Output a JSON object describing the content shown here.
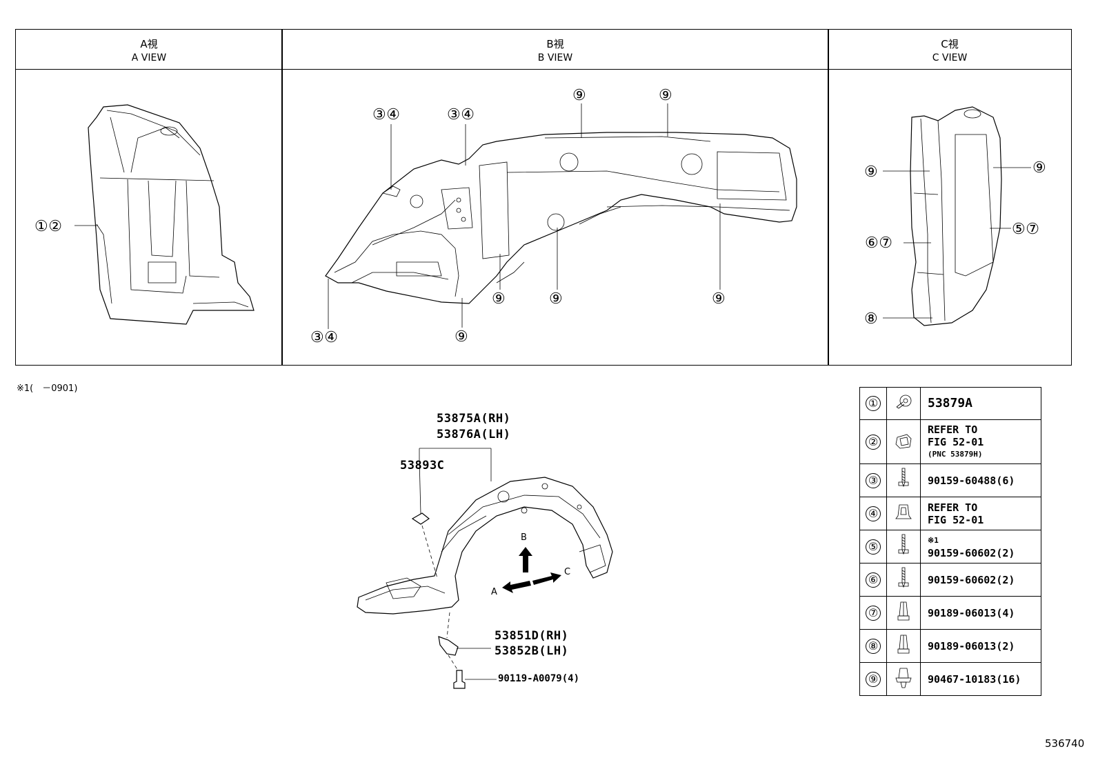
{
  "views": {
    "a": {
      "jp": "A視",
      "en": "A VIEW"
    },
    "b": {
      "jp": "B視",
      "en": "B VIEW"
    },
    "c": {
      "jp": "C視",
      "en": "C VIEW"
    }
  },
  "callouts": {
    "a": [
      "①②"
    ],
    "b": [
      "③④",
      "③④",
      "⑨",
      "⑨",
      "⑨",
      "⑨",
      "⑨",
      "⑨",
      "③④"
    ],
    "c": [
      "⑨",
      "⑨",
      "⑥⑦",
      "⑤⑦",
      "⑧"
    ]
  },
  "note": "※1(　－0901)",
  "parts": {
    "liner_rh": "53875A(RH)",
    "liner_lh": "53876A(LH)",
    "seal": "53893C",
    "bracket_rh": "53851D(RH)",
    "bracket_lh": "53852B(LH)",
    "bolt": "90119-A0079(4)",
    "dir_b": "B",
    "dir_a": "A",
    "dir_c": "C"
  },
  "legend": [
    {
      "num": "①",
      "icon": "clip-icon",
      "lines": [
        "53879A"
      ]
    },
    {
      "num": "②",
      "icon": "retainer-icon",
      "lines": [
        "REFER TO",
        "FIG 52-01",
        "(PNC 53879H)"
      ]
    },
    {
      "num": "③",
      "icon": "screw-icon",
      "lines": [
        "90159-60488(6)"
      ]
    },
    {
      "num": "④",
      "icon": "nut-clip-icon",
      "lines": [
        "REFER TO",
        "FIG 52-01"
      ]
    },
    {
      "num": "⑤",
      "icon": "screw-icon",
      "lines": [
        "※1",
        "90159-60602(2)"
      ]
    },
    {
      "num": "⑥",
      "icon": "screw-icon",
      "lines": [
        "90159-60602(2)"
      ]
    },
    {
      "num": "⑦",
      "icon": "nut-icon",
      "lines": [
        "90189-06013(4)"
      ]
    },
    {
      "num": "⑧",
      "icon": "nut-icon",
      "lines": [
        "90189-06013(2)"
      ]
    },
    {
      "num": "⑨",
      "icon": "push-clip-icon",
      "lines": [
        "90467-10183(16)"
      ]
    }
  ],
  "figure_id": "536740"
}
